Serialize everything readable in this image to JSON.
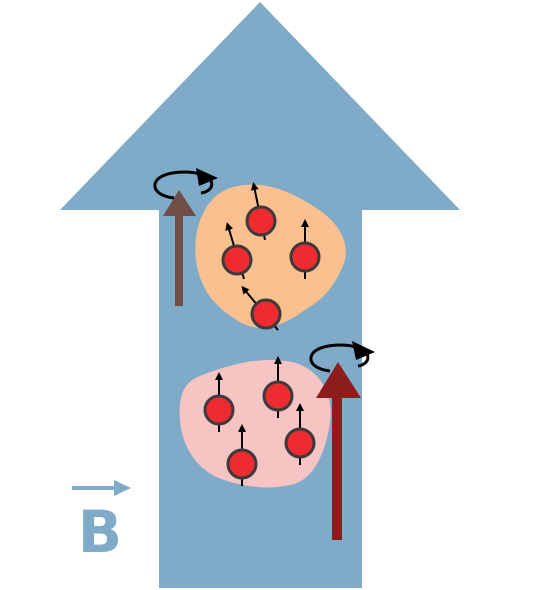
{
  "field_label": "B",
  "colors": {
    "background": "#ffffff",
    "field_arrow": "#7fabc8",
    "cluster_upper": "#fbc08f",
    "cluster_lower": "#f7c4c4",
    "spin_particle": "#ee2b30",
    "particle_outline": "#3b3b3b",
    "moment_upper": "#6e4e46",
    "moment_lower": "#8d1d1d",
    "precession": "#000000"
  },
  "icons": {
    "field_arrow": "large-up-arrow",
    "spin": "particle-with-spin-arrow",
    "precession": "circular-rotation-arrow"
  },
  "clusters": [
    {
      "name": "upper",
      "spin_count": 4
    },
    {
      "name": "lower",
      "spin_count": 4
    }
  ]
}
